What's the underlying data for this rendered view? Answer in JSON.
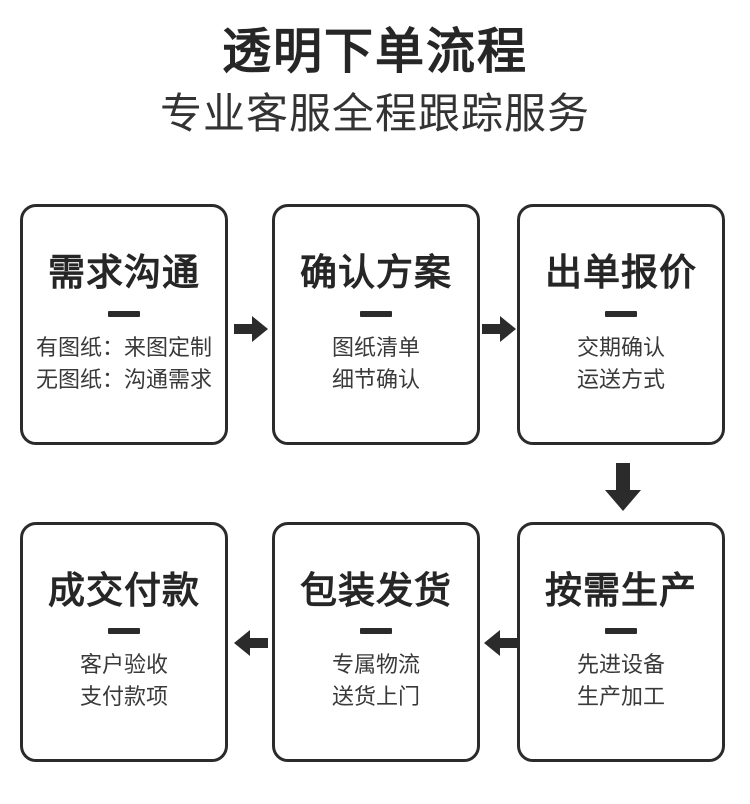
{
  "header": {
    "title": "透明下单流程",
    "subtitle": "专业客服全程跟踪服务"
  },
  "colors": {
    "background": "#ffffff",
    "ink": "#2b2b2b",
    "title": "#262626",
    "body_text": "#3a3a3a",
    "border": "#2b2b2b",
    "arrow": "#2b2b2b"
  },
  "flow": {
    "steps": [
      {
        "index": 1,
        "title": "需求沟通",
        "lines": [
          "有图纸：来图定制",
          "无图纸：沟通需求"
        ]
      },
      {
        "index": 2,
        "title": "确认方案",
        "lines": [
          "图纸清单",
          "细节确认"
        ]
      },
      {
        "index": 3,
        "title": "出单报价",
        "lines": [
          "交期确认",
          "运送方式"
        ]
      },
      {
        "index": 4,
        "title": "按需生产",
        "lines": [
          "先进设备",
          "生产加工"
        ]
      },
      {
        "index": 5,
        "title": "包装发货",
        "lines": [
          "专属物流",
          "送货上门"
        ]
      },
      {
        "index": 6,
        "title": "成交付款",
        "lines": [
          "客户验收",
          "支付款项"
        ]
      }
    ],
    "connectors": [
      {
        "id": "arrow-1",
        "icon": "arrow-right-icon",
        "direction": "right",
        "from": "需求沟通",
        "to": "确认方案"
      },
      {
        "id": "arrow-2",
        "icon": "arrow-right-icon",
        "direction": "right",
        "from": "确认方案",
        "to": "出单报价"
      },
      {
        "id": "arrow-3",
        "icon": "arrow-down-icon",
        "direction": "down",
        "from": "出单报价",
        "to": "按需生产"
      },
      {
        "id": "arrow-4",
        "icon": "arrow-left-icon",
        "direction": "left",
        "from": "按需生产",
        "to": "包装发货"
      },
      {
        "id": "arrow-5",
        "icon": "arrow-left-icon",
        "direction": "left",
        "from": "包装发货",
        "to": "成交付款"
      }
    ]
  }
}
